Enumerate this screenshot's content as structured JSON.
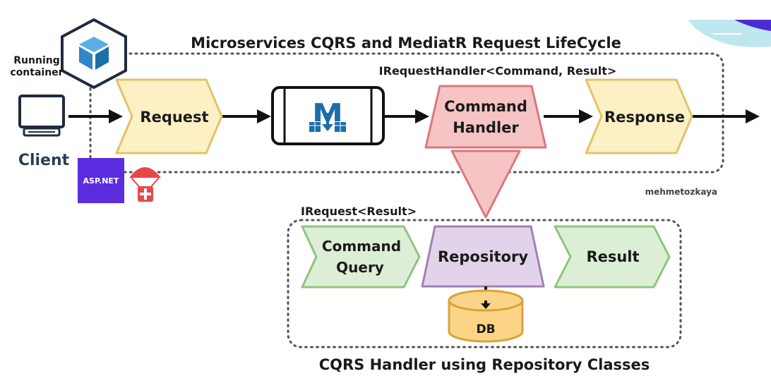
{
  "title": "Microservices CQRS and MediatR Request LifeCycle",
  "subtitle": "CQRS Handler using Repository Classes",
  "container_label_line1": "Running",
  "container_label_line2": "container",
  "client_label": "Client",
  "aspnet_label": "ASP.NET",
  "handler_signature": "IRequestHandler<Command, Result>",
  "request_signature": "IRequest<Result>",
  "author": "mehmetozkaya",
  "nodes": {
    "request": "Request",
    "mediator_letter": "M",
    "handler_line1": "Command",
    "handler_line2": "Handler",
    "response": "Response",
    "command_line1": "Command",
    "command_line2": "Query",
    "repository": "Repository",
    "result": "Result",
    "db": "DB"
  },
  "colors": {
    "yellow_fill": "#fdf0c4",
    "yellow_stroke": "#e2c36a",
    "red_fill": "#f6c4c4",
    "red_stroke": "#d9787c",
    "green_fill": "#dcefd6",
    "green_stroke": "#8fc47e",
    "purple_fill": "#e3d3ea",
    "purple_stroke": "#a281b2",
    "db_fill": "#fbd487",
    "db_stroke": "#d9a23c",
    "mediatr_blue": "#1b6fa9",
    "docker_blue": "#3a9bd8",
    "aspnet_purple": "#5b2ce0",
    "parachute_red": "#e8474a"
  },
  "icons": [
    "docker-container-icon",
    "monitor-icon",
    "mediatr-icon",
    "aspnet-icon",
    "parachute-icon"
  ]
}
